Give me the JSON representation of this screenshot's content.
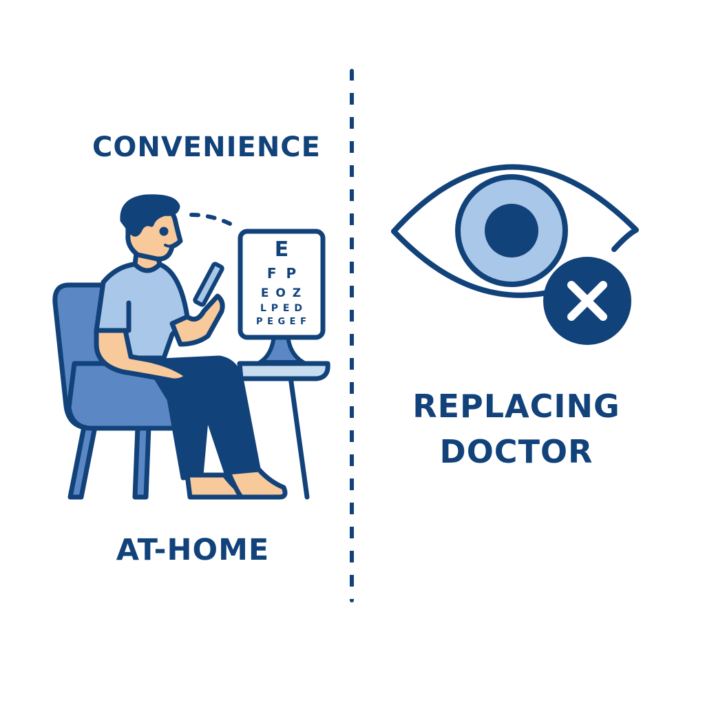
{
  "left_panel": {
    "title": "CONVENIENCE",
    "caption": "AT-HOME",
    "illustration": "person-sitting-in-chair-using-phone-for-eye-test",
    "eye_chart": {
      "rows": [
        "E",
        "F  P",
        "E O Z",
        "L P E D",
        "P E G E F"
      ]
    }
  },
  "right_panel": {
    "icon": "eye-with-x-icon",
    "caption_line1": "REPLACING",
    "caption_line2": "DOCTOR"
  },
  "colors": {
    "navy": "#12427a",
    "mid_blue": "#5b88c4",
    "light_blue": "#a9c7e8",
    "skin": "#f8c99a",
    "background": "#ffffff"
  }
}
